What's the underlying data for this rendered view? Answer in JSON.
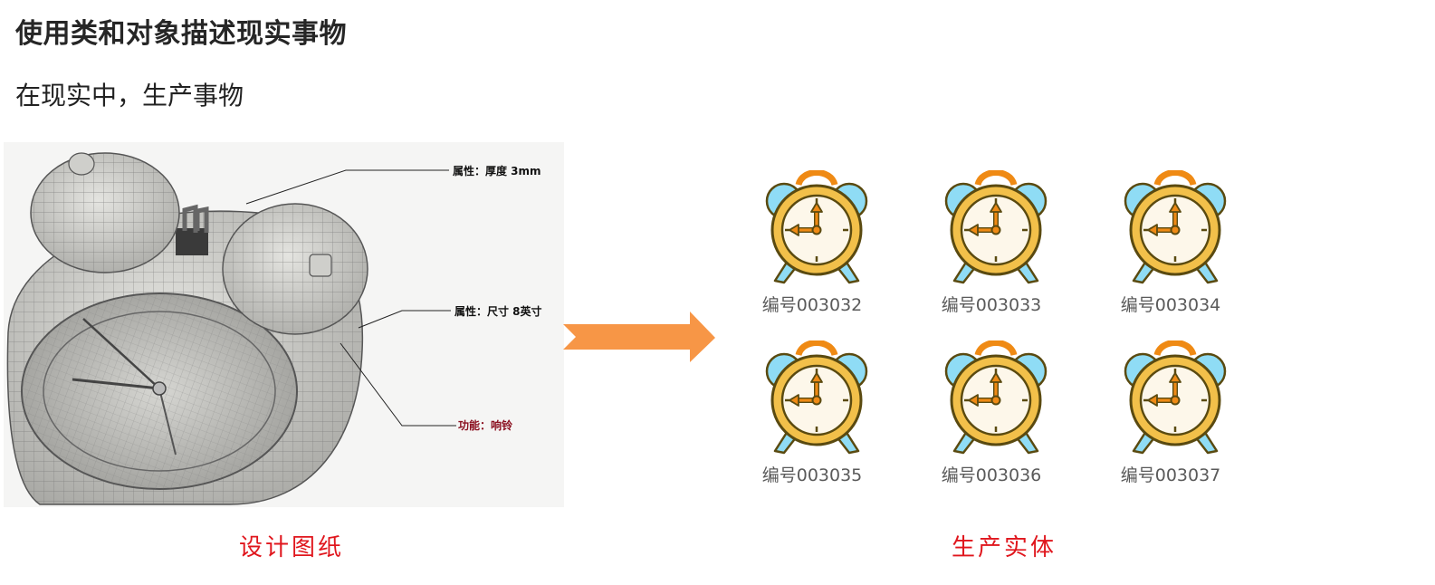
{
  "header": {
    "title": "使用类和对象描述现实事物",
    "subtitle": "在现实中，生产事物"
  },
  "design": {
    "callouts": {
      "thickness": "属性：厚度 3mm",
      "size": "属性：尺寸 8英寸",
      "function": "功能：响铃"
    },
    "caption": "设计图纸"
  },
  "production": {
    "caption": "生产实体",
    "items": [
      {
        "label": "编号003032"
      },
      {
        "label": "编号003033"
      },
      {
        "label": "编号003034"
      },
      {
        "label": "编号003035"
      },
      {
        "label": "编号003036"
      },
      {
        "label": "编号003037"
      }
    ]
  },
  "colors": {
    "arrow": "#f79646",
    "caption": "#e0161d",
    "clock_body": "#f2c04a",
    "clock_bell": "#8fdcf5",
    "clock_hands": "#ef8a14",
    "function_callout": "#8b1020"
  },
  "icons": {
    "arrow": "right-arrow-icon",
    "clock": "alarm-clock-icon"
  }
}
